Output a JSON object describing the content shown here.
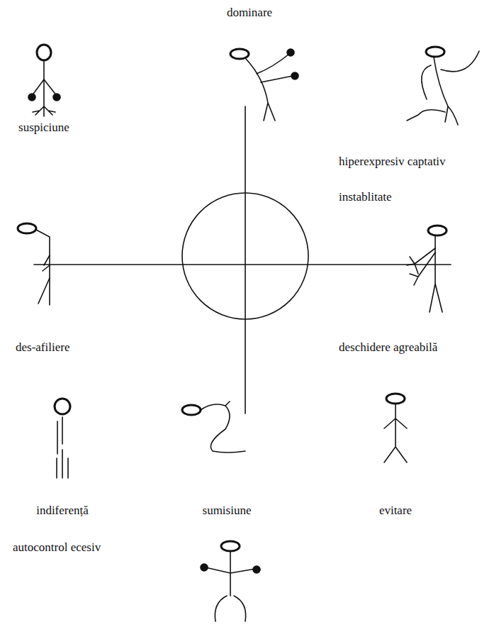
{
  "diagram": {
    "labels": [
      "dominare",
      "suspiciune",
      "hiperexpresiv captativ",
      "instablitate",
      "des-afiliere",
      "deschidere agreabilă",
      "indiferență",
      "autocontrol ecesiv",
      "sumisiune",
      "evitare"
    ]
  }
}
